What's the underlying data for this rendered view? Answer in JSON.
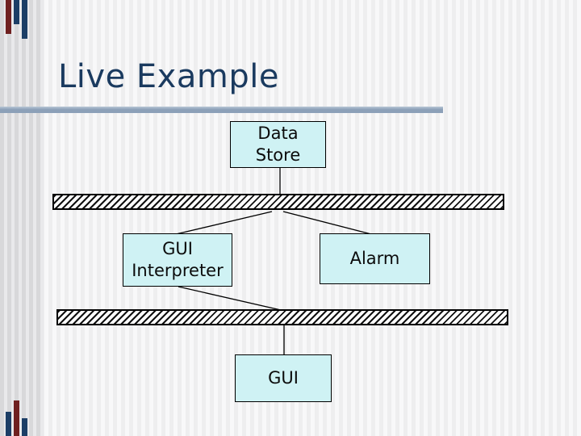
{
  "slide_title": "Live Example",
  "diagram": {
    "data_store": {
      "lines": [
        "Data",
        "Store"
      ]
    },
    "gui_interpreter": {
      "lines": [
        "GUI",
        "Interpreter"
      ]
    },
    "alarm": {
      "lines": [
        "Alarm"
      ]
    },
    "gui": {
      "lines": [
        "GUI"
      ]
    }
  },
  "colors": {
    "title_text": "#1a3a5f",
    "title_rule": "#8ca0b8",
    "box_fill": "#cff2f4",
    "box_border": "#000000",
    "hatch_stroke": "#111111",
    "corner_pixel_red": "#6f2020",
    "corner_pixel_navy": "#1c3e66"
  }
}
